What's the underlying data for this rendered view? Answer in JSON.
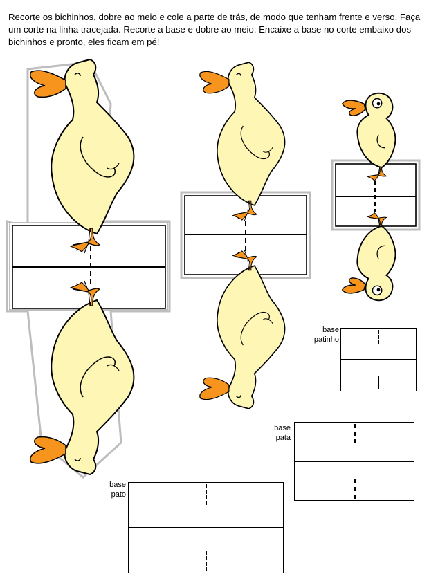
{
  "instructions": "Recorte os bichinhos, dobre ao meio e cole a parte de trás, de modo que tenham frente e verso. Faça um corte na linha tracejada. Recorte a base e dobre ao meio. Encaixe a base no corte embaixo dos bichinhos e pronto, eles ficam em pé!",
  "labels": {
    "base_patinho": [
      "base",
      "patinho"
    ],
    "base_pata": [
      "base",
      "pata"
    ],
    "base_pato": [
      "base",
      "pato"
    ]
  },
  "colors": {
    "body": "#fdf6b5",
    "beak": "#f7941d",
    "outline": "#000000",
    "cut_outline": "#bdbdbd"
  }
}
